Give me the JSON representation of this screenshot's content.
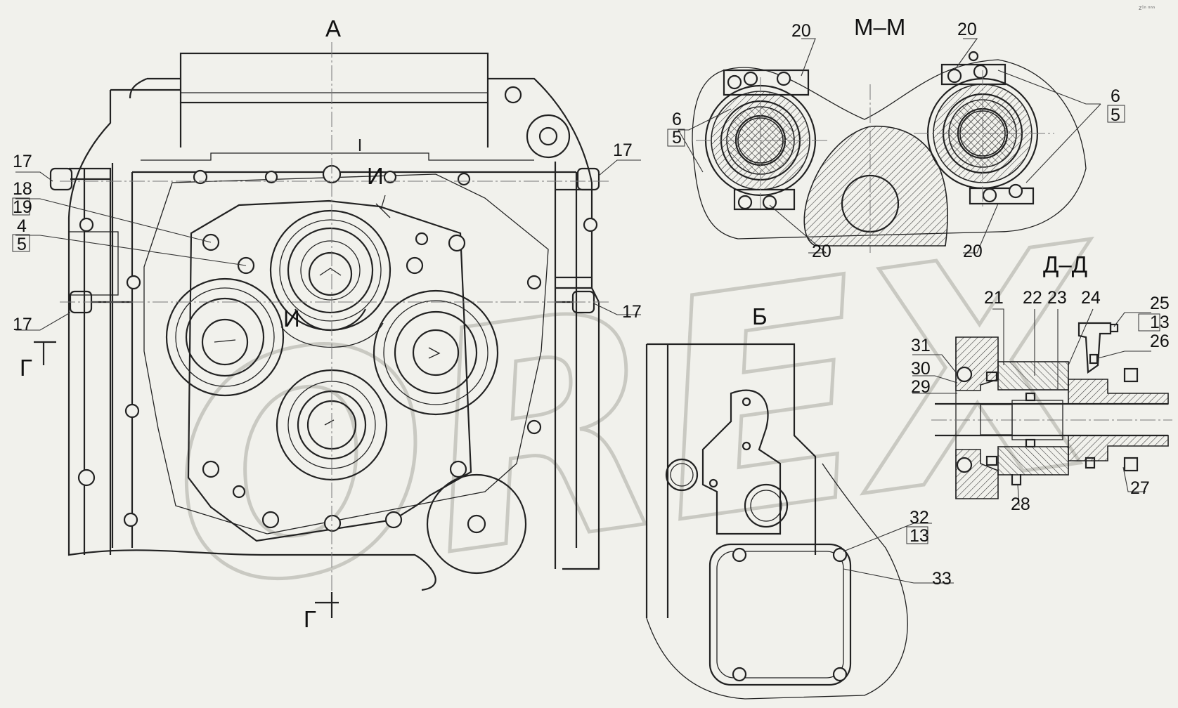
{
  "views": {
    "view_a": "А",
    "section_mm": "М–М",
    "view_b": "Б",
    "section_dd": "Д–Д",
    "cut_i_top": "И",
    "cut_i_inner": "И",
    "cut_g_left": "Г",
    "cut_g_bottom": "Г"
  },
  "callouts": {
    "c17_top_left": "17",
    "c17_top_right": "17",
    "c17_bottom_left": "17",
    "c17_bottom_right": "17",
    "c18": "18",
    "c19": "19",
    "c4": "4",
    "c5_left": "5",
    "c20_mm_top_left": "20",
    "c20_mm_top_right": "20",
    "c20_mm_bottom_left": "20",
    "c20_mm_bottom_right": "20",
    "c6_mm_left": "6",
    "c5_mm_left": "5",
    "c6_mm_right": "6",
    "c5_mm_right": "5",
    "c21": "21",
    "c22": "22",
    "c23": "23",
    "c24": "24",
    "c25": "25",
    "c13_dd": "13",
    "c26": "26",
    "c31": "31",
    "c30": "30",
    "c29": "29",
    "c27": "27",
    "c28": "28",
    "c32": "32",
    "c13_b": "13",
    "c33": "33"
  },
  "watermark": "OREX",
  "corner_mark": "z¹ⁿ ⁿⁿⁿ"
}
